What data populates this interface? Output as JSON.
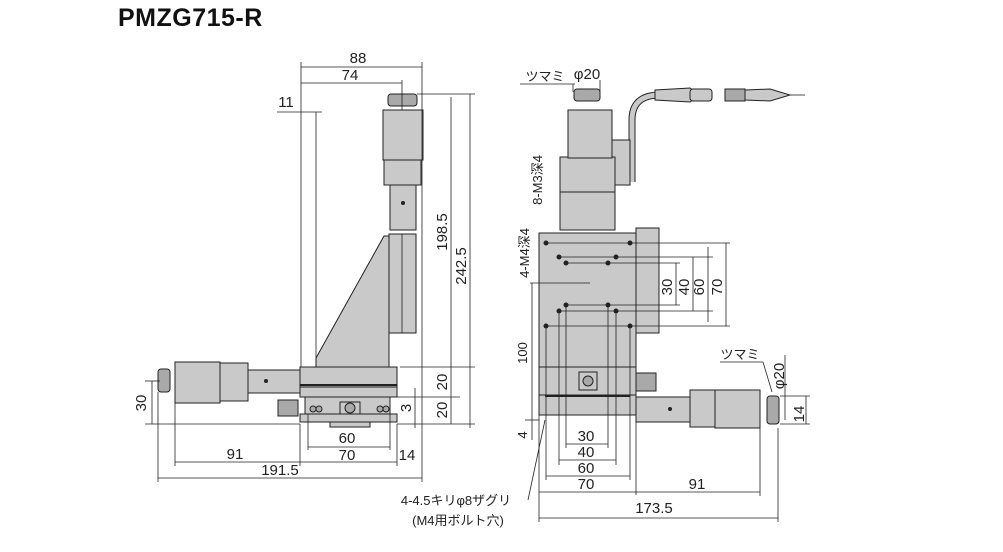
{
  "title": "PMZG715-R",
  "front_view": {
    "dims": {
      "d88": "88",
      "d74": "74",
      "d11": "11",
      "d198_5": "198.5",
      "d242_5": "242.5",
      "d20a": "20",
      "d20b": "20",
      "d3": "3",
      "d30": "30",
      "d60": "60",
      "d70": "70",
      "d91": "91",
      "d14": "14",
      "d191_5": "191.5"
    }
  },
  "side_view": {
    "knob_label_top": "ツマミ",
    "knob_dia_top": "φ20",
    "tap_m3": "8-M3深4",
    "tap_m4": "4-M4深4",
    "dims": {
      "v30": "30",
      "v40": "40",
      "v60": "60",
      "v70": "70",
      "d100": "100",
      "d4": "4",
      "h30": "30",
      "h40": "40",
      "h60": "60",
      "h70": "70",
      "h91": "91",
      "d173_5": "173.5",
      "d14": "14"
    },
    "knob_label_right": "ツマミ",
    "knob_dia_right": "φ20",
    "hole_note_1": "4-4.5キリφ8ザグリ",
    "hole_note_2": "(M4用ボルト穴)"
  }
}
